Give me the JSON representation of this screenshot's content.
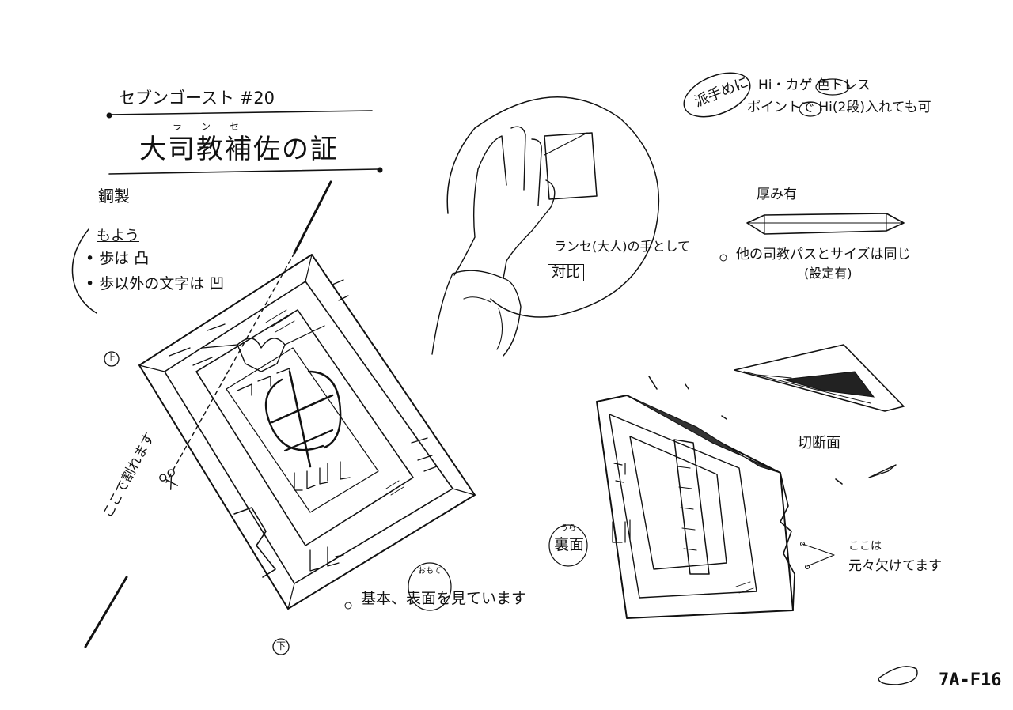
{
  "header": {
    "series": "セブンゴースト #20",
    "ruby": "ランセ",
    "title": "大司教補佐の証",
    "material": "鋼製"
  },
  "pattern_notes": {
    "heading": "もよう",
    "items": [
      "• 歩は 凸",
      "• 歩以外の文字は 凹"
    ]
  },
  "hand_notes": {
    "line1": "ランセ(大人)の手として",
    "line2": "対比"
  },
  "color_notes": {
    "badge": "派手めに",
    "line1": "Hi・カゲ 色トレス",
    "line2": "ポイントで Hi(2段)入れても可"
  },
  "thickness_notes": {
    "label": "厚み有",
    "line1": "他の司教パスとサイズは同じ",
    "line2": "(設定有)"
  },
  "orientation": {
    "top": "上",
    "bottom": "下"
  },
  "cut_note": "ここで割れます",
  "front_note": {
    "ruby": "おもて",
    "text": "基本、表面を見ています"
  },
  "back_label": {
    "ruby": "うら",
    "text": "裏面"
  },
  "section_label": "切断面",
  "missing_note": {
    "line1": "ここは",
    "line2": "元々欠けてます"
  },
  "sheet_id": "7A-F16"
}
